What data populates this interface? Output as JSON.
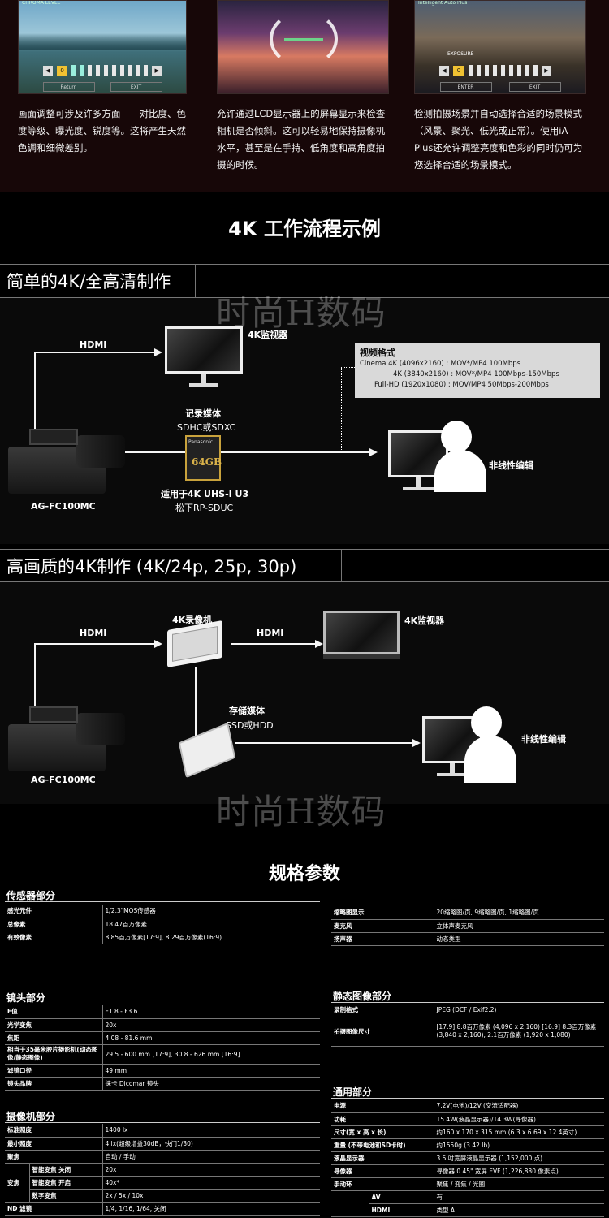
{
  "features": [
    {
      "screen_caption": "CHROMA LEVEL",
      "left_button": "Return",
      "right_button": "EXIT",
      "value": "0",
      "text": "画面调整可涉及许多方面——对比度、色度等级、曝光度、锐度等。这将产生天然色调和细微差别。"
    },
    {
      "screen_caption": "",
      "text": "允许通过LCD显示器上的屏幕显示来检查相机是否倾斜。这可以轻易地保持摄像机水平，甚至是在手持、低角度和高角度拍摄的时候。"
    },
    {
      "screen_caption": "Intelligent Auto Plus",
      "overlay_label": "EXPOSURE",
      "left_button": "ENTER",
      "right_button": "EXIT",
      "value": "0",
      "text": "检测拍摄场景并自动选择合适的场景模式（风景、聚光、低光或正常）。使用iA Plus还允许调整亮度和色彩的同时仍可为您选择合适的场景模式。"
    }
  ],
  "workflow": {
    "title": "4K 工作流程示例",
    "watermark": "时尚H数码",
    "simple": {
      "heading": "简单的4K/全高清制作",
      "hdmi": "HDMI",
      "monitor_label": "4K监视器",
      "media_label": "记录媒体",
      "media_type": "SDHC或SDXC",
      "card_capacity": "64GB",
      "card_brand": "Panasonic",
      "card_note_1": "适用于4K UHS-I U3",
      "card_note_2": "松下RP-SDUC",
      "camera_label": "AG-FC100MC",
      "editor_label": "非线性编辑",
      "format_box": {
        "title": "视频格式",
        "rows": [
          "Cinema 4K (4096x2160) : MOV*/MP4 100Mbps",
          "4K (3840x2160) : MOV*/MP4 100Mbps-150Mbps",
          "Full-HD (1920x1080) : MOV/MP4 50Mbps-200Mbps"
        ]
      }
    },
    "high": {
      "heading": "高画质的4K制作 (4K/24p, 25p, 30p)",
      "hdmi_1": "HDMI",
      "hdmi_2": "HDMI",
      "recorder_label": "4K录像机",
      "monitor_label": "4K监视器",
      "storage_label": "存储媒体",
      "storage_type": "SSD或HDD",
      "camera_label": "AG-FC100MC",
      "editor_label": "非线性编辑"
    }
  },
  "spec": {
    "title": "规格参数",
    "sensor": {
      "heading": "传感器部分",
      "rows": [
        [
          "感光元件",
          "1/2.3\"MOS传感器"
        ],
        [
          "总像素",
          "18.47百万像素"
        ],
        [
          "有效像素",
          "8.85百万像素[17:9], 8.29百万像素(16:9)"
        ]
      ]
    },
    "misc": {
      "rows": [
        [
          "缩略图显示",
          "20缩略图/页, 9缩略图/页, 1缩略图/页"
        ],
        [
          "麦克风",
          "立体声麦克风"
        ],
        [
          "扬声器",
          "动态类型"
        ]
      ]
    },
    "lens": {
      "heading": "镜头部分",
      "rows": [
        [
          "F值",
          "F1.8 - F3.6"
        ],
        [
          "光学变焦",
          "20x"
        ],
        [
          "焦距",
          "4.08 - 81.6 mm"
        ],
        [
          "相当于35毫米胶片摄影机(动态图像/静态图像)",
          "29.5 - 600 mm [17:9], 30.8 - 626 mm [16:9]"
        ],
        [
          "滤镜口径",
          "49 mm"
        ],
        [
          "镜头品牌",
          "徕卡 Dicomar 镜头"
        ]
      ]
    },
    "still": {
      "heading": "静态图像部分",
      "rows": [
        [
          "录制格式",
          "JPEG (DCF / Exif2.2)"
        ],
        [
          "拍摄图像尺寸",
          "[17:9] 8.8百万像素 (4,096 x 2,160) [16:9] 8.3百万像素 (3,840 x 2,160), 2.1百万像素 (1,920 x 1,080)"
        ]
      ]
    },
    "camera": {
      "heading": "摄像机部分",
      "rows": [
        [
          "标准照度",
          "",
          "1400 lx"
        ],
        [
          "最小照度",
          "",
          "4 lx(超级增益30dB，快门1/30)"
        ],
        [
          "聚焦",
          "",
          "自动 / 手动"
        ],
        [
          "变焦",
          "智能变焦 关闭",
          "20x"
        ],
        [
          "",
          "智能变焦 开启",
          "40x*"
        ],
        [
          "",
          "数字变焦",
          "2x / 5x / 10x"
        ],
        [
          "ND 滤镜",
          "",
          "1/4, 1/16, 1/64, 关闭"
        ]
      ]
    },
    "general": {
      "heading": "通用部分",
      "rows": [
        [
          "电源",
          "",
          "7.2V(电池)/12V (交流适配器)"
        ],
        [
          "功耗",
          "",
          "15.4W(液晶显示器)/14.3W(寻像器)"
        ],
        [
          "尺寸(宽 x 高 x 长)",
          "",
          "约160 x 170 x 315 mm (6.3 x 6.69 x 12.4英寸)"
        ],
        [
          "重量 (不带电池和SD卡时)",
          "",
          "约1550g (3.42 lb)"
        ],
        [
          "液晶显示器",
          "",
          "3.5 吋宽屏液晶显示器 (1,152,000 点)"
        ],
        [
          "寻像器",
          "",
          "寻像器 0.45\" 宽屏 EVF (1,226,880 像素点)"
        ],
        [
          "手动环",
          "",
          "聚焦 / 变焦 / 光圈"
        ],
        [
          "",
          "AV",
          "有"
        ],
        [
          "",
          "HDMI",
          "类型 A"
        ]
      ]
    }
  }
}
